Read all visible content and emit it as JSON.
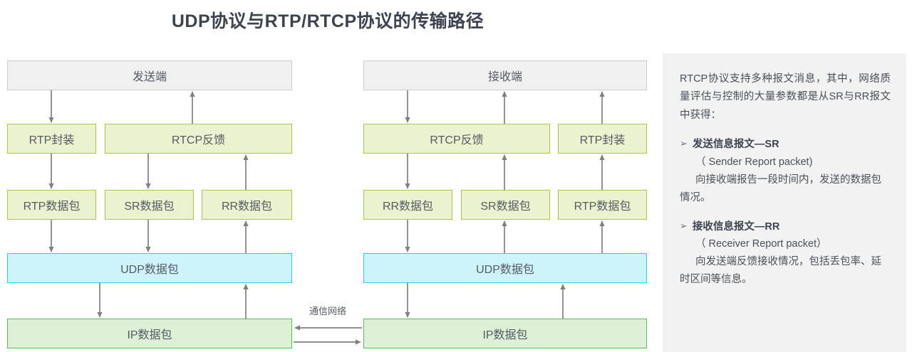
{
  "page_title": "UDP协议与RTP/RTCP协议的传输路径",
  "colors": {
    "title": "#3d4450",
    "green_fill": "#eaf2cf",
    "green_border": "#a8c93a",
    "udp_fill": "#cdf3fb",
    "udp_border": "#22d3f0",
    "ip_fill": "#ddefd5",
    "ip_border": "#5cb85c",
    "endpoint_fill": "#f0f0f0",
    "endpoint_border": "#cccccc",
    "arrow": "#808080",
    "panel_bg": "#f2f2f2"
  },
  "left_stack": {
    "endpoint": "发送端",
    "layer2_left": "RTP封装",
    "layer2_right": "RTCP反馈",
    "packets": [
      "RTP数据包",
      "SR数据包",
      "RR数据包"
    ],
    "udp": "UDP数据包",
    "ip": "IP数据包"
  },
  "right_stack": {
    "endpoint": "接收端",
    "layer2_left": "RTCP反馈",
    "layer2_right": "RTP封装",
    "packets": [
      "RR数据包",
      "SR数据包",
      "RTP数据包"
    ],
    "udp": "UDP数据包",
    "ip": "IP数据包"
  },
  "network_link": {
    "label": "通信网络"
  },
  "side_panel": {
    "intro": "RTCP协议支持多种报文消息，其中，网络质量评估与控制的大量参数都是从SR与RR报文中获得：",
    "bullet_glyph": "➢",
    "items": [
      {
        "heading": "发送信息报文—SR",
        "english": "（ Sender Report packet)",
        "body": "向接收端报告一段时间内，发送的数据包情况。"
      },
      {
        "heading": "接收信息报文—RR",
        "english": "（ Receiver Report packet）",
        "body": "向发送端反馈接收情况，包括丢包率、延时区间等信息。"
      }
    ]
  }
}
